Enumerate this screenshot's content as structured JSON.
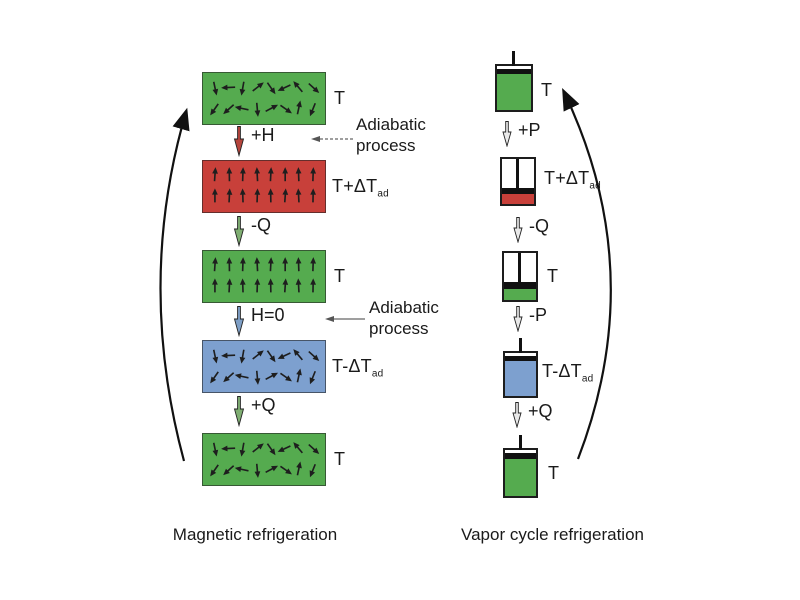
{
  "colors": {
    "green": "#55ab4f",
    "red": "#c8403a",
    "blue": "#7da0cf",
    "step_red": "#b5443c",
    "step_green": "#7fae72",
    "step_blue": "#7e9fc6",
    "step_gray": "#e9e9e9"
  },
  "magnetic": {
    "caption": "Magnetic refrigeration",
    "stages": [
      {
        "label": "T",
        "color": "green",
        "spins": "random"
      },
      {
        "label": "T+ΔT",
        "sub": "ad",
        "color": "red",
        "spins": "aligned"
      },
      {
        "label": "T",
        "color": "green",
        "spins": "aligned"
      },
      {
        "label": "T-ΔT",
        "sub": "ad",
        "color": "blue",
        "spins": "random"
      },
      {
        "label": "T",
        "color": "green",
        "spins": "random"
      }
    ],
    "steps": [
      {
        "label": "+H"
      },
      {
        "label": "-Q"
      },
      {
        "label": "H=0"
      },
      {
        "label": "+Q"
      }
    ],
    "annotations": [
      {
        "line1": "Adiabatic",
        "line2": "process"
      },
      {
        "line1": "Adiabatic",
        "line2": "process"
      }
    ]
  },
  "vapor": {
    "caption": "Vapor cycle refrigeration",
    "stages": [
      {
        "label": "T",
        "fill": "green"
      },
      {
        "label": "T+ΔT",
        "sub": "ad",
        "fill": "red"
      },
      {
        "label": "T",
        "fill": "green"
      },
      {
        "label": "T-ΔT",
        "sub": "ad",
        "fill": "blue"
      },
      {
        "label": "T",
        "fill": "green"
      }
    ],
    "steps": [
      {
        "label": "+P"
      },
      {
        "label": "-Q"
      },
      {
        "label": "-P"
      },
      {
        "label": "+Q"
      }
    ]
  }
}
